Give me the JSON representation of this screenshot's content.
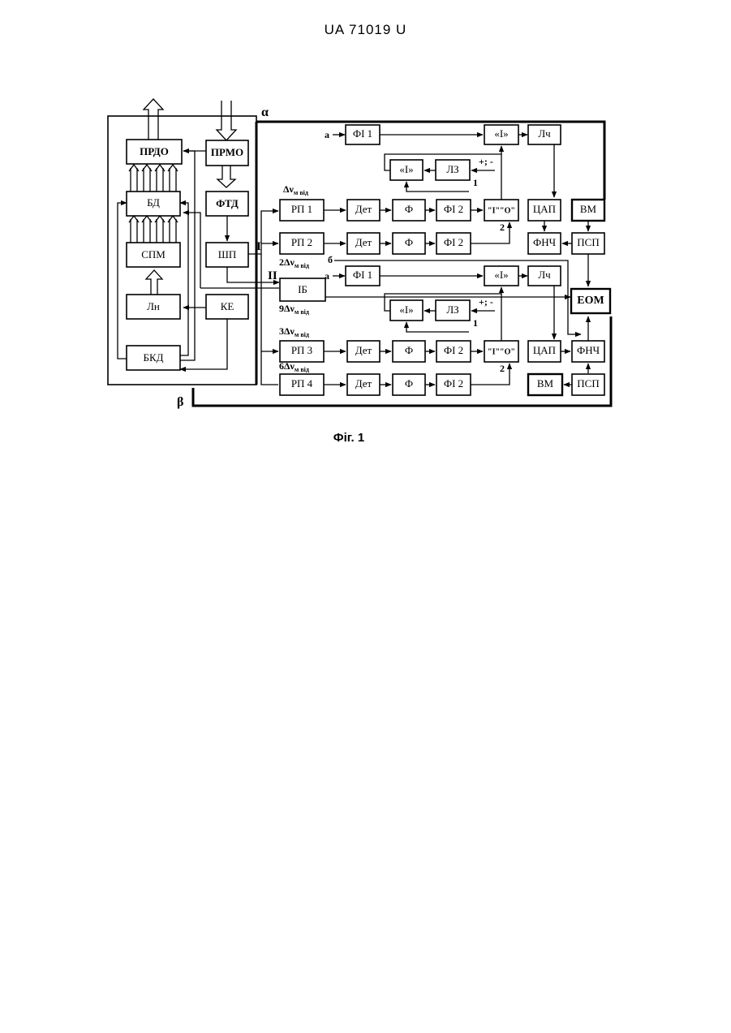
{
  "header": {
    "doc_id": "UA   71019   U"
  },
  "caption": "Фіг. 1",
  "diagram": {
    "greek": {
      "alpha": "α",
      "beta": "β"
    },
    "roman": {
      "one": "I",
      "two": "II"
    },
    "input_a": "а",
    "input_b": "б",
    "signs": "+; -",
    "port1": "1",
    "port2": "2",
    "left_blocks": {
      "prdo": "ПРДО",
      "prmo": "ПРМО",
      "bd": "БД",
      "ftd": "ФТД",
      "spm": "СПМ",
      "shp": "ШП",
      "ln": "Лн",
      "ke": "КЕ",
      "bkd": "БКД",
      "ib": "ІБ"
    },
    "channels": {
      "freq1": "Δν",
      "freq2": "2Δν",
      "freq9": "9Δν",
      "freq3": "3Δν",
      "freq6": "6Δν",
      "sub": "м від",
      "rp1": "РП 1",
      "rp2": "РП 2",
      "rp3": "РП 3",
      "rp4": "РП 4",
      "det": "Дет",
      "f": "Ф",
      "fi2": "ФІ 2",
      "fi1": "ФІ 1",
      "and": "«І»",
      "or": "\"І\"\"О\"",
      "lz": "ЛЗ",
      "lch": "Лч",
      "dac": "ЦАП",
      "lpf": "ФНЧ",
      "vm": "ВМ",
      "psp": "ПСП",
      "eom": "ЕОМ"
    }
  }
}
